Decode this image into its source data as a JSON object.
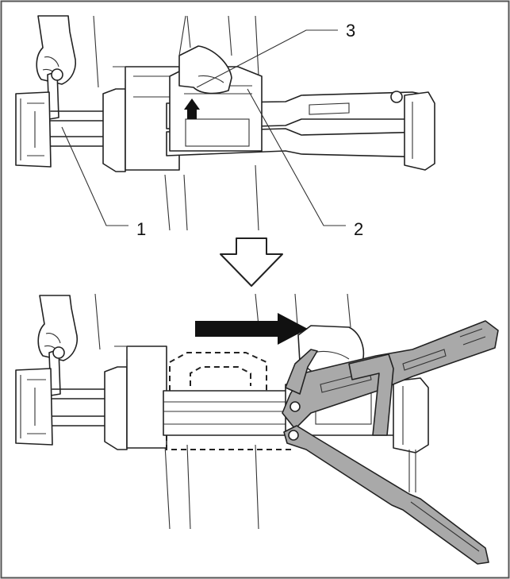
{
  "callouts": {
    "c1": "1",
    "c2": "2",
    "c3": "3"
  },
  "colors": {
    "line": "#222222",
    "highlight_part": "#a9a9a9",
    "arrow": "#111111",
    "frame": "#555555"
  },
  "icons": {
    "transition": "hollow-down-arrow-icon",
    "unlock": "up-arrow-icon",
    "slide": "right-arrow-icon"
  }
}
